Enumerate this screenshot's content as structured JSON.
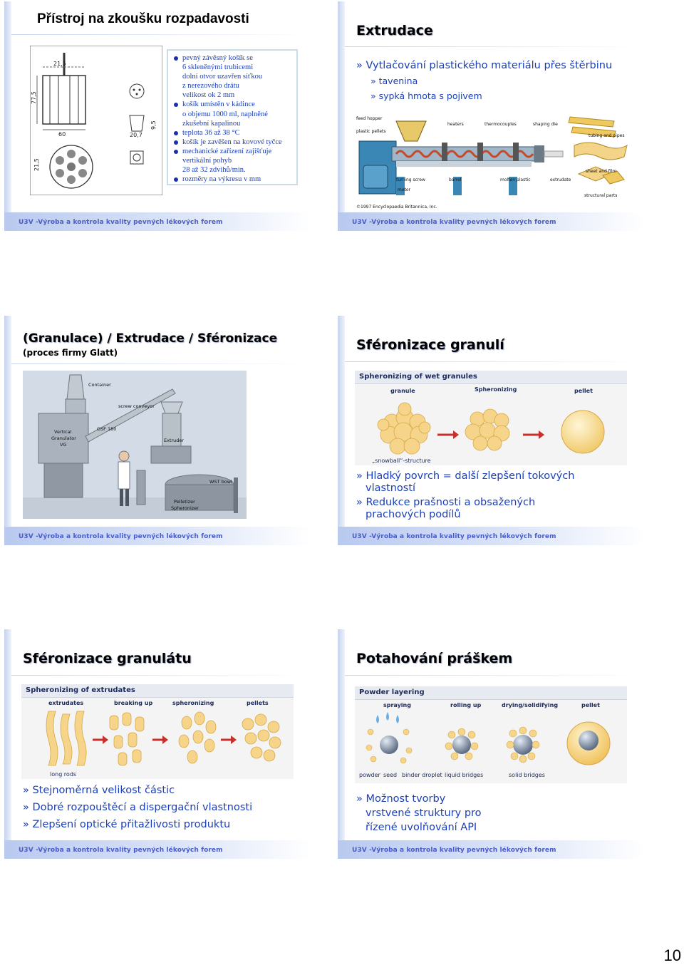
{
  "footer_text": "U3V -Výroba a kontrola kvality pevných lékových forem",
  "page_number": "10",
  "s1": {
    "title": "Přístroj na zkoušku rozpadavosti",
    "drawing_dims": [
      "21,5",
      "77,5",
      "60",
      "20,7",
      "9,5",
      "21,5"
    ],
    "bullets": [
      [
        "pevný závěsný košík se",
        "6 skleněnými trubicemi",
        "dolní otvor uzavřen síťkou",
        "z nerezového drátu",
        "velikost ok 2 mm"
      ],
      [
        "košík umístěn v kádince",
        "o objemu 1000 ml, naplněné",
        "zkušební kapalinou"
      ],
      [
        "teplota 36 až 38 °C"
      ],
      [
        "košík je zavěšen na kovové tyčce"
      ],
      [
        "mechanické zařízení zajišťuje",
        "vertikální pohyb",
        "28 až 32 zdvihů/min."
      ],
      [
        "rozměry na výkresu v mm"
      ]
    ]
  },
  "s2": {
    "title": "Extrudace",
    "bullet_main": "» Vytlačování plastického materiálu přes štěrbinu",
    "sub1": "» tavenina",
    "sub2": "» sypká hmota s pojivem",
    "labels": {
      "feed_hopper": "feed hopper",
      "plastic_pellets": "plastic pellets",
      "heaters": "heaters",
      "thermocouples": "thermocouples",
      "shaping_die": "shaping die",
      "tubing": "tubing and pipes",
      "sheet": "sheet and film",
      "structural": "structural parts",
      "turning_screw": "turning screw",
      "motor": "motor",
      "barrel": "barrel",
      "molten": "molten plastic",
      "extrudate": "extrudate",
      "copyright": "©1997 Encyclopaedia Britannica, Inc."
    }
  },
  "s3": {
    "title": "(Granulace) / Extrudace / Sféronizace",
    "subtitle": "(proces firmy Glatt)",
    "labels": {
      "container": "Container",
      "screw": "screw conveyor",
      "gsf": "GSF 180",
      "vg1": "Vertical",
      "vg2": "Granulator",
      "vg3": "VG",
      "extruder": "Extruder",
      "wst": "WST bowl",
      "pel1": "Pelletizer",
      "pel2": "Spheronizer"
    }
  },
  "s4": {
    "title": "Sféronizace granulí",
    "panel_title": "Spheronizing of wet granules",
    "steps": [
      "granule",
      "Spheronizing",
      "pellet"
    ],
    "caption": "„snowball“-structure",
    "bullets": [
      [
        "» Hladký povrch = další zlepšení tokových",
        "vlastností"
      ],
      [
        "» Redukce prašnosti a obsažených",
        "prachových podílů"
      ]
    ]
  },
  "s5": {
    "title": "Sféronizace granulátu",
    "panel_title": "Spheronizing of extrudates",
    "steps": [
      "extrudates",
      "breaking up",
      "spheronizing",
      "pellets"
    ],
    "caption": "long rods",
    "bullets": [
      "» Stejnoměrná velikost částic",
      "» Dobré rozpouštěcí a dispergační vlastnosti",
      "» Zlepšení optické přitažlivosti produktu"
    ]
  },
  "s6": {
    "title": "Potahování práškem",
    "panel_title": "Powder layering",
    "steps": [
      "spraying",
      "rolling up",
      "drying/solidifying",
      "pellet"
    ],
    "captions": [
      "powder",
      "seed",
      "binder droplet",
      "liquid bridges",
      "solid bridges"
    ],
    "bullets": [
      "» Možnost tvorby",
      "vrstvené struktury pro",
      "řízené uvolňování API"
    ]
  }
}
